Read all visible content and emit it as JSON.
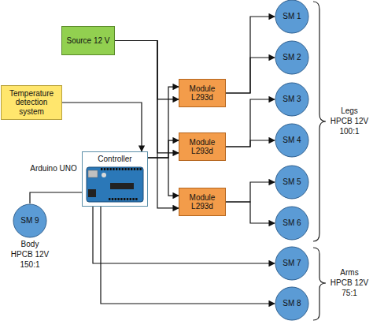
{
  "diagram": {
    "nodes": [
      {
        "text": [
          "Source 12 V"
        ]
      },
      {
        "text": [
          "Temperature detection system"
        ]
      },
      {
        "text": [
          "Controller"
        ]
      },
      {
        "text": [
          "Module L293d"
        ]
      },
      {
        "text": [
          "Module L293d"
        ]
      },
      {
        "text": [
          "Module L293d"
        ]
      },
      {
        "text": [
          "SM 1"
        ]
      },
      {
        "text": [
          "SM 2"
        ]
      },
      {
        "text": [
          "SM 3"
        ]
      },
      {
        "text": [
          "SM 4"
        ]
      },
      {
        "text": [
          "SM 5"
        ]
      },
      {
        "text": [
          "SM 6"
        ]
      },
      {
        "text": [
          "SM 7"
        ]
      },
      {
        "text": [
          "SM 8"
        ]
      },
      {
        "text": [
          "SM 9"
        ]
      }
    ],
    "edges": [
      {
        "from": 0,
        "to": 3,
        "arrow": "to"
      },
      {
        "from": 0,
        "to": 4,
        "arrow": "to"
      },
      {
        "from": 0,
        "to": 5,
        "arrow": "to"
      },
      {
        "from": 1,
        "to": 2,
        "arrow": "to"
      },
      {
        "from": 2,
        "to": 3,
        "arrow": "to"
      },
      {
        "from": 2,
        "to": 4,
        "arrow": "to"
      },
      {
        "from": 2,
        "to": 5,
        "arrow": "to"
      },
      {
        "from": 3,
        "to": 6,
        "arrow": "to"
      },
      {
        "from": 3,
        "to": 7,
        "arrow": "to"
      },
      {
        "from": 4,
        "to": 8,
        "arrow": "to"
      },
      {
        "from": 4,
        "to": 9,
        "arrow": "to"
      },
      {
        "from": 5,
        "to": 10,
        "arrow": "to"
      },
      {
        "from": 5,
        "to": 11,
        "arrow": "to"
      },
      {
        "from": 2,
        "to": 12,
        "arrow": "to"
      },
      {
        "from": 2,
        "to": 13,
        "arrow": "to"
      },
      {
        "from": 2,
        "to": 14,
        "arrow": "none"
      }
    ],
    "labels": [
      "Arduino UNO",
      "Body",
      "HPCB 12V",
      "150:1",
      "Legs",
      "HPCB 12V",
      "100:1",
      "Arms",
      "HPCB 12V",
      "75:1"
    ]
  }
}
